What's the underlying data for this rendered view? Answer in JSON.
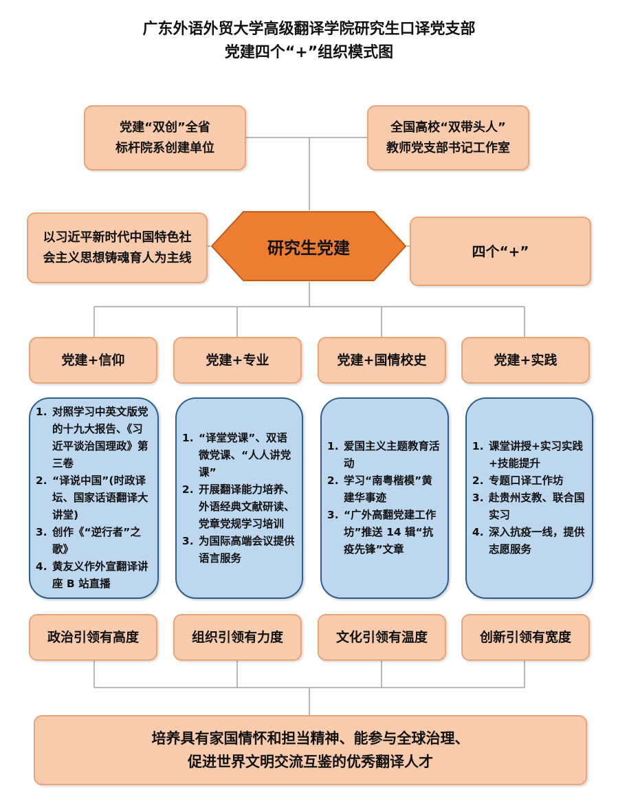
{
  "title": {
    "line1": "广东外语外贸大学高级翻译学院研究生口译党支部",
    "line2": "党建四个“+”组织模式图"
  },
  "top_boxes": [
    {
      "line1": "党建“双创”全省",
      "line2": "标杆院系创建单位"
    },
    {
      "line1": "全国高校“双带头人”",
      "line2": "教师党支部书记工作室"
    }
  ],
  "middle": {
    "left": "以习近平新时代中国特色社会主义思想铸魂育人为主线",
    "center": "研究生党建",
    "right": "四个“+”"
  },
  "pillars": [
    {
      "header": "党建+信仰",
      "items": [
        "对照学习中英文版党的十九大报告、《习近平谈治国理政》第三卷",
        "“译说中国”(时政译坛、国家话语翻译大讲堂)",
        "创作《“逆行者”之歌》",
        "黄友义作外宣翻译讲座 B 站直播"
      ],
      "footer": "政治引领有高度"
    },
    {
      "header": "党建+专业",
      "items": [
        "“译堂党课”、双语微党课、“人人讲党课”",
        "开展翻译能力培养、外语经典文献研读、党章党规学习培训",
        "为国际高端会议提供语言服务"
      ],
      "footer": "组织引领有力度"
    },
    {
      "header": "党建+国情校史",
      "items": [
        "爱国主义主题教育活动",
        "学习“南粤楷模”黄建华事迹",
        "“广外高翻党建工作坊”推送 14 辑“抗疫先锋”文章"
      ],
      "footer": "文化引领有温度"
    },
    {
      "header": "党建+实践",
      "items": [
        "课堂讲授+实习实践+技能提升",
        "专题口译工作坊",
        "赴贵州支教、联合国实习",
        "深入抗疫一线，提供志愿服务"
      ],
      "footer": "创新引领有宽度"
    }
  ],
  "bottom": {
    "line1": "培养具有家国情怀和担当精神、能参与全球治理、",
    "line2": "促进世界文明交流互鉴的优秀翻译人才"
  },
  "colors": {
    "peach": "#f8cbad",
    "hex": "#ed7d31",
    "blue": "#bdd7ee",
    "line": "#999999"
  }
}
